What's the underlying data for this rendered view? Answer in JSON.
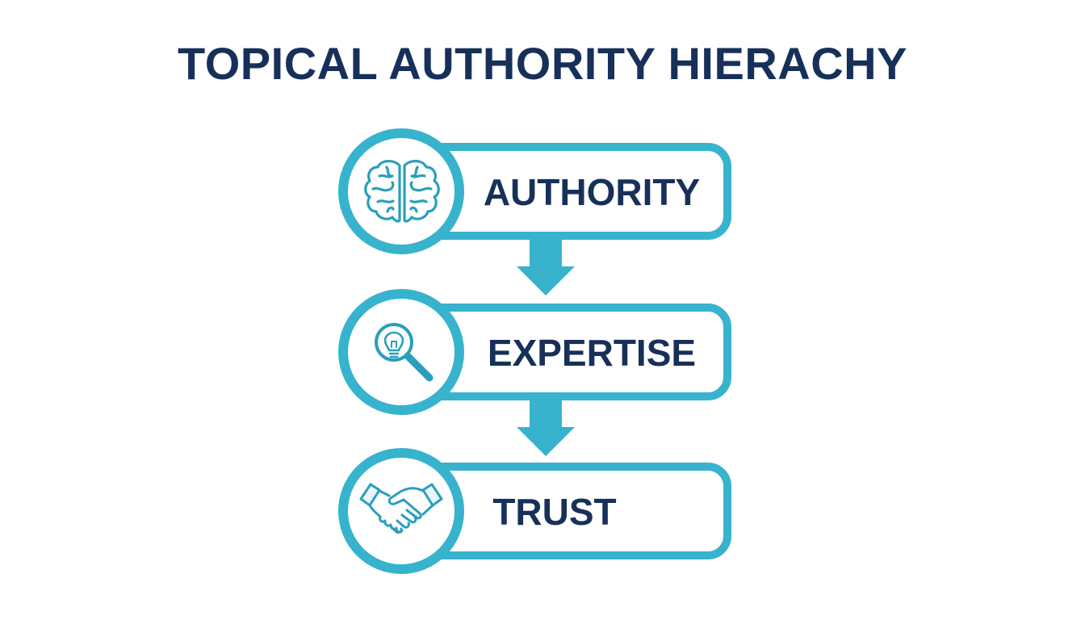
{
  "title": "TOPICAL AUTHORITY HIERACHY",
  "colors": {
    "accent": "#37b3cd",
    "text": "#17305a",
    "icon": "#2a9fbb",
    "background": "#ffffff"
  },
  "tiers": [
    {
      "label": "AUTHORITY",
      "icon": "brain-icon"
    },
    {
      "label": "EXPERTISE",
      "icon": "magnifier-lightbulb-icon"
    },
    {
      "label": "TRUST",
      "icon": "handshake-icon"
    }
  ],
  "connectors": [
    {
      "from": "AUTHORITY",
      "to": "EXPERTISE",
      "icon": "arrow-down-icon"
    },
    {
      "from": "EXPERTISE",
      "to": "TRUST",
      "icon": "arrow-down-icon"
    }
  ]
}
